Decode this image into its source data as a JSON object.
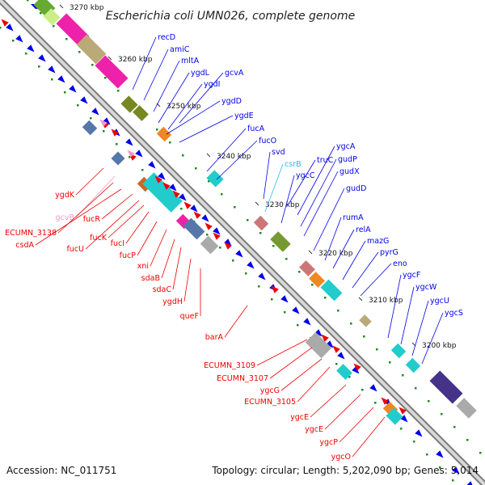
{
  "title": "Escherichia coli UMN026, complete genome",
  "footer": {
    "accession": "Accession: NC_011751",
    "topology": "Topology: circular; Length: 5,202,090 bp; Genes: 5,014"
  },
  "colors": {
    "plus": "#0000ee",
    "minus": "#ee0000",
    "special_plus": "#22bbee",
    "special_minus": "#ee99cc",
    "backbone": "#888888",
    "gc_dots": "#228822"
  },
  "kbp_ticks": [
    "3270 kbp",
    "3260 kbp",
    "3250 kbp",
    "3240 kbp",
    "3230 kbp",
    "3220 kbp",
    "3210 kbp",
    "3200 kbp"
  ],
  "plus_labels": [
    "recD",
    "amiC",
    "mltA",
    "ygdL",
    "ygdI",
    "gcvA",
    "ygdD",
    "ygdE",
    "fucA",
    "fucO",
    "svd",
    "csrB",
    "ygcC",
    "truC",
    "ygcA",
    "gudP",
    "gudX",
    "gudD",
    "rumA",
    "relA",
    "mazG",
    "pyrG",
    "eno",
    "ygcF",
    "ygcW",
    "ygcU",
    "ygcS"
  ],
  "minus_labels": [
    "ygdK",
    "gcvB",
    "ECUMN_3138",
    "csdA",
    "fucR",
    "fucU",
    "fucK",
    "fucI",
    "fucP",
    "xni",
    "sdaB",
    "sdaC",
    "ygdH",
    "queF",
    "barA",
    "ECUMN_3109",
    "ECUMN_3107",
    "ygcG",
    "ECUMN_3105",
    "ygcE",
    "ygcE",
    "ygcP",
    "ygcO"
  ]
}
